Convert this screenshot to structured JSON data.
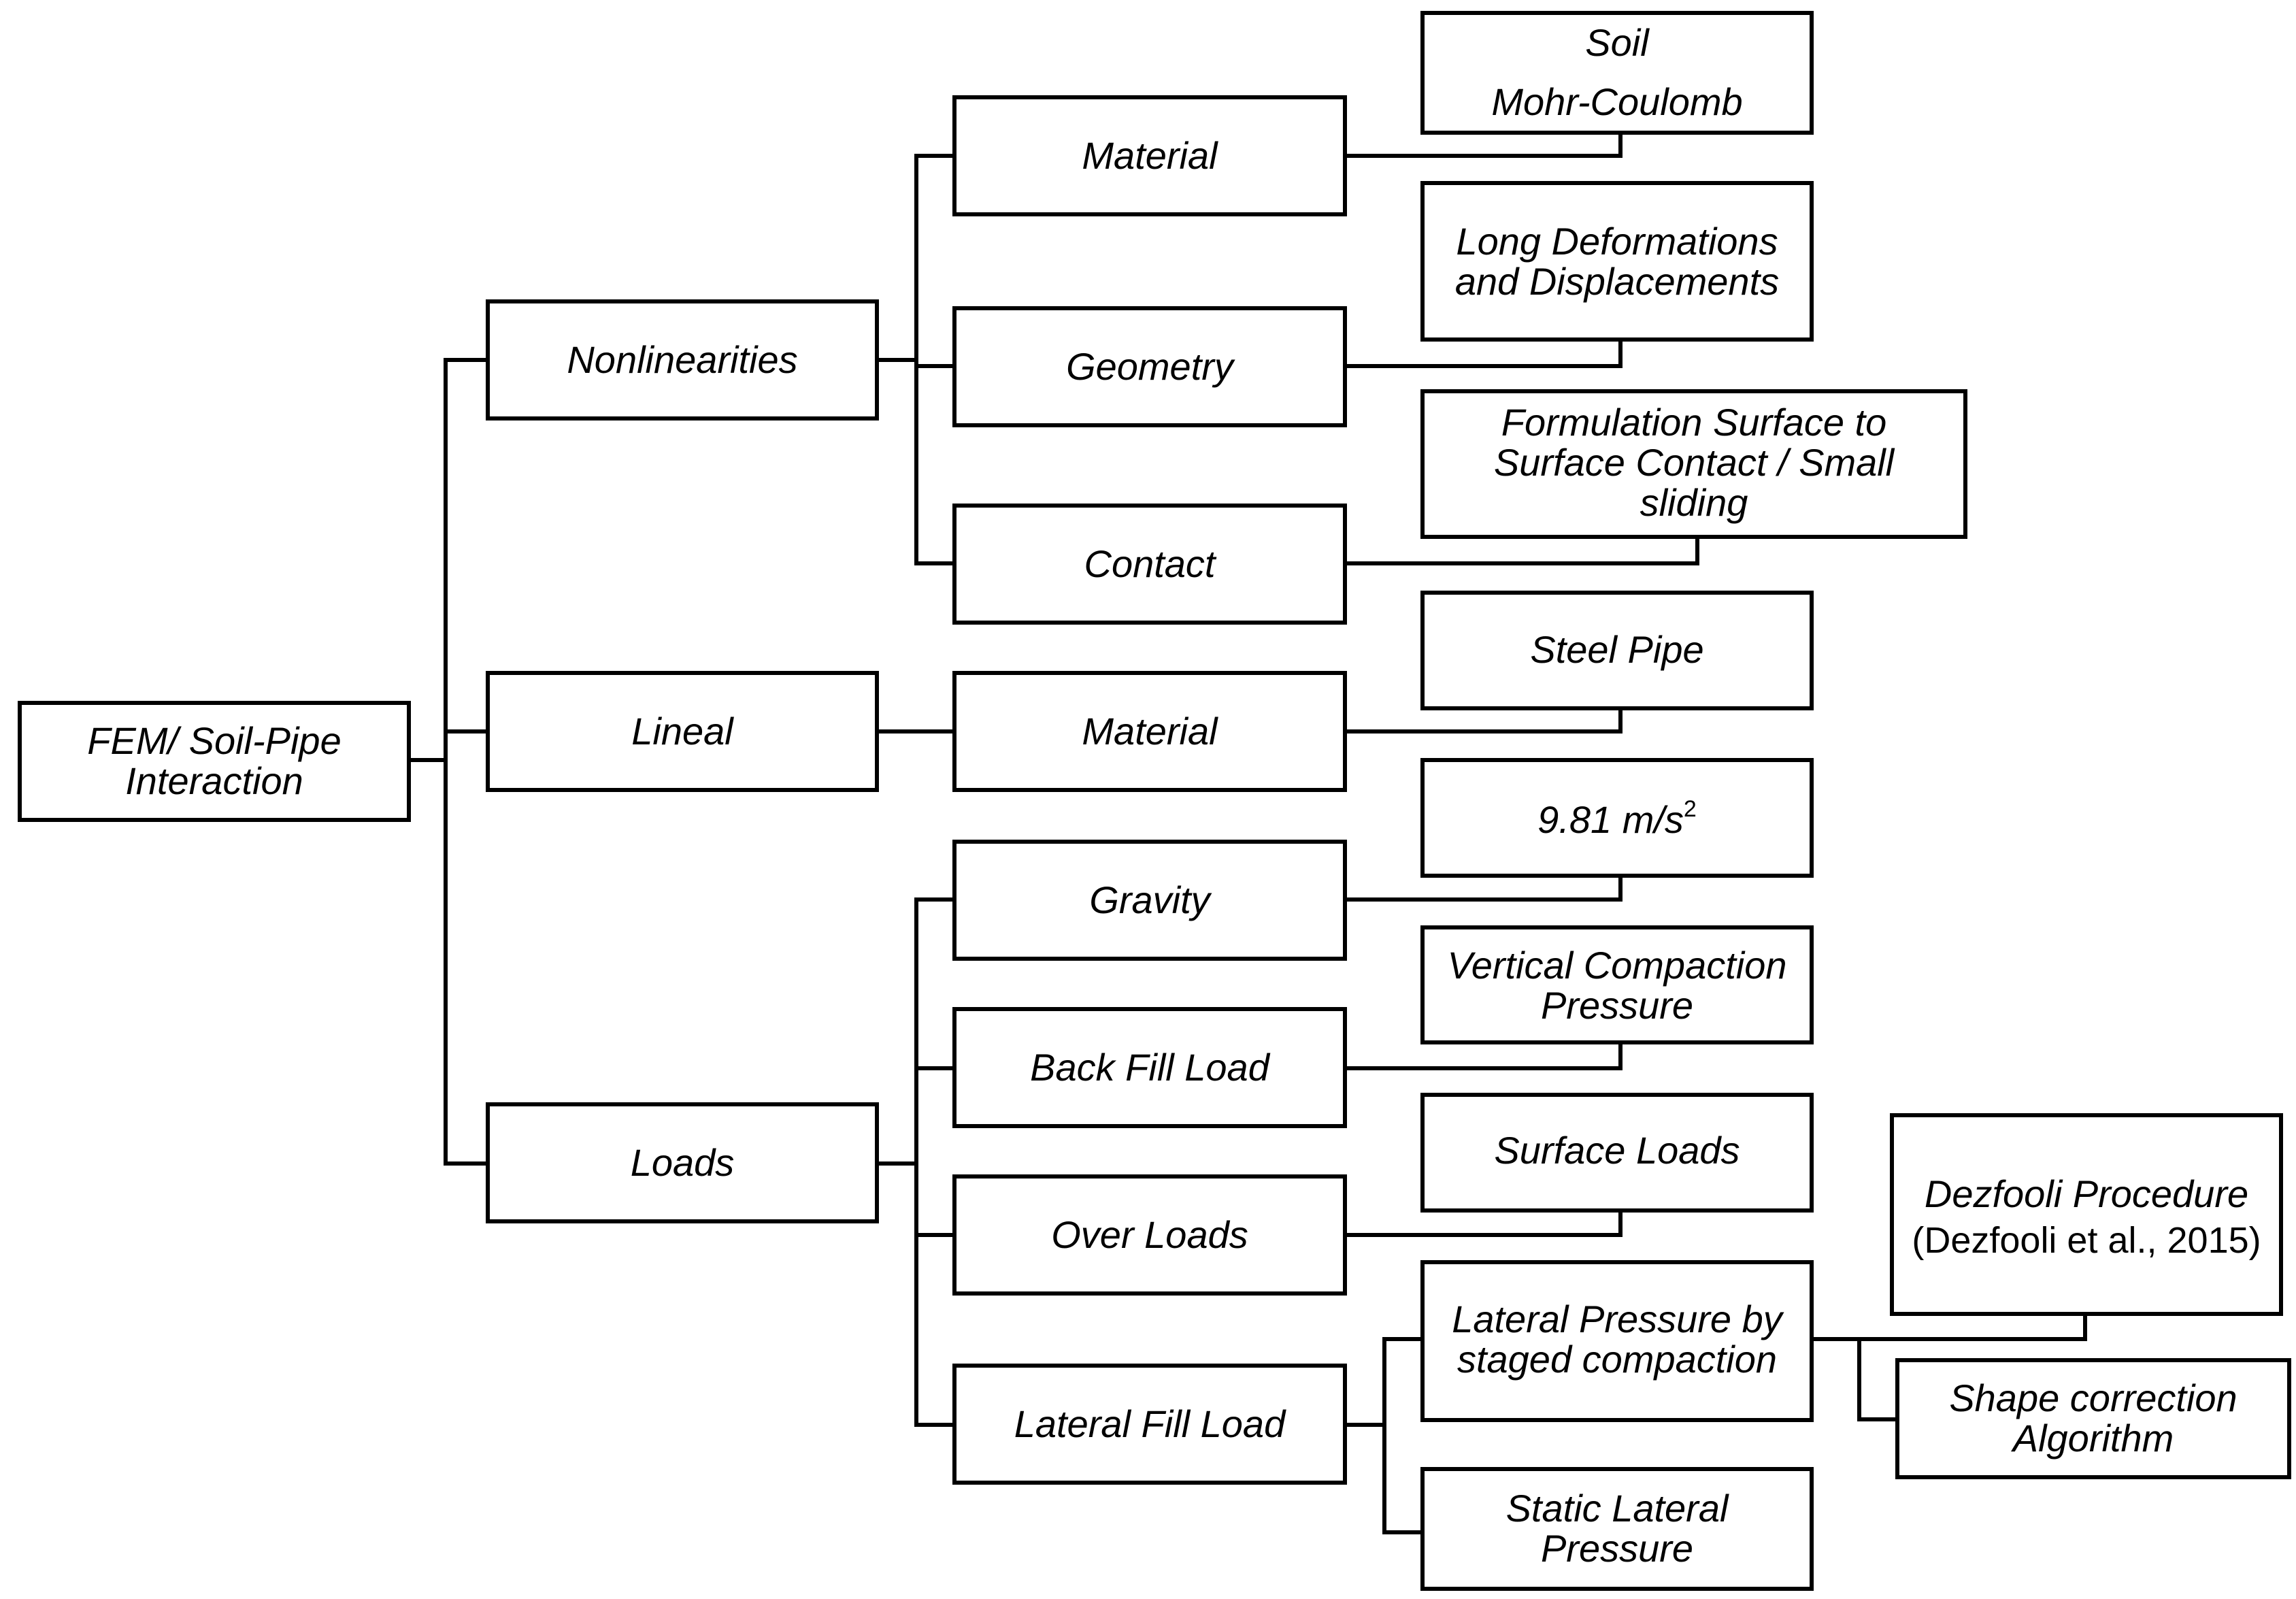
{
  "nodes": {
    "root": "FEM/ Soil-Pipe Interaction",
    "nonlinearities": "Nonlinearities",
    "lineal": "Lineal",
    "loads": "Loads",
    "material_nl": "Material",
    "geometry": "Geometry",
    "contact": "Contact",
    "material_lin": "Material",
    "gravity": "Gravity",
    "backfill": "Back Fill Load",
    "overloads": "Over Loads",
    "lateral_fill": "Lateral Fill Load",
    "soil_line1": "Soil",
    "soil_line2": "Mohr-Coulomb",
    "long_deformations": "Long  Deformations and Displacements",
    "formulation": "Formulation Surface to Surface Contact / Small sliding",
    "steel_pipe": "Steel Pipe",
    "gravity_value": "9.81 m/s",
    "gravity_exp": "2",
    "vertical_compaction": "Vertical Compaction Pressure",
    "surface_loads": "Surface Loads",
    "lateral_pressure_staged": "Lateral Pressure by staged compaction",
    "static_lateral": "Static Lateral Pressure",
    "dezfooli_title": "Dezfooli Procedure",
    "dezfooli_citation": "(Dezfooli et al., 2015)",
    "shape_correction": "Shape correction Algorithm"
  }
}
